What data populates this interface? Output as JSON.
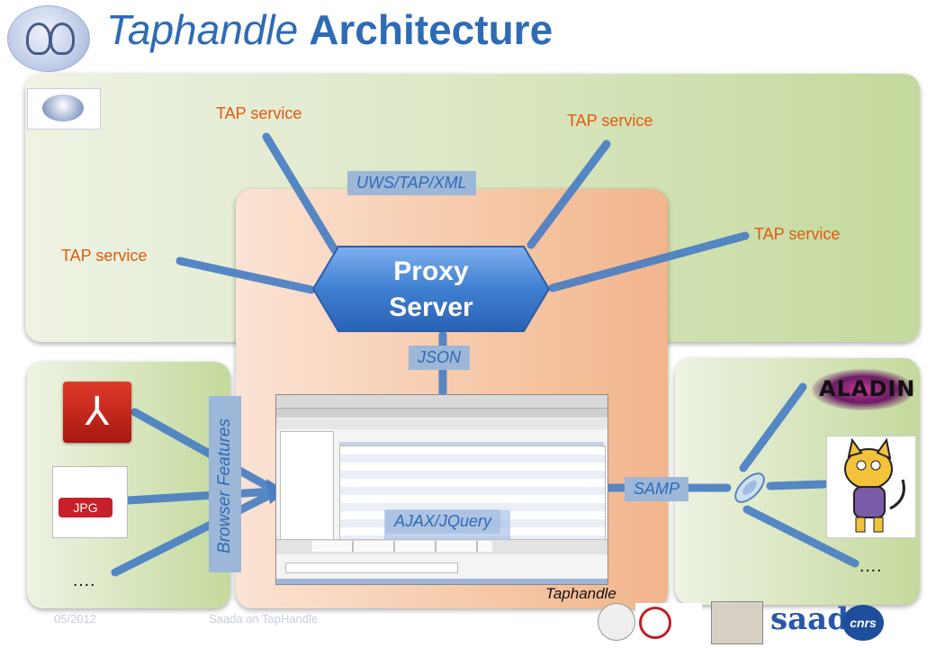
{
  "title": {
    "italic": "Taphandle",
    "bold": "Architecture"
  },
  "tap_labels": [
    "TAP service",
    "TAP service",
    "TAP service",
    "TAP service"
  ],
  "tags": {
    "uws": "UWS/TAP/XML",
    "json": "JSON",
    "ajax": "AJAX/JQuery",
    "samp": "SAMP",
    "browser_features": "Browser Features"
  },
  "proxy": {
    "line1": "Proxy",
    "line2": "Server"
  },
  "taphandle_label": "Taphandle",
  "ellipsis_left": "….",
  "ellipsis_right": "….",
  "jpg_label": "JPG",
  "aladin_label": "ALADIN",
  "footer": {
    "date": "05/2012",
    "talk": "Saada an TapHandle"
  },
  "logos": {
    "saada": "saada",
    "cnrs": "cnrs"
  },
  "colors": {
    "title": "#2f6bb5",
    "label": "#e05a10",
    "connector": "#4a7fc4",
    "proxy": "#3f7fd0"
  }
}
